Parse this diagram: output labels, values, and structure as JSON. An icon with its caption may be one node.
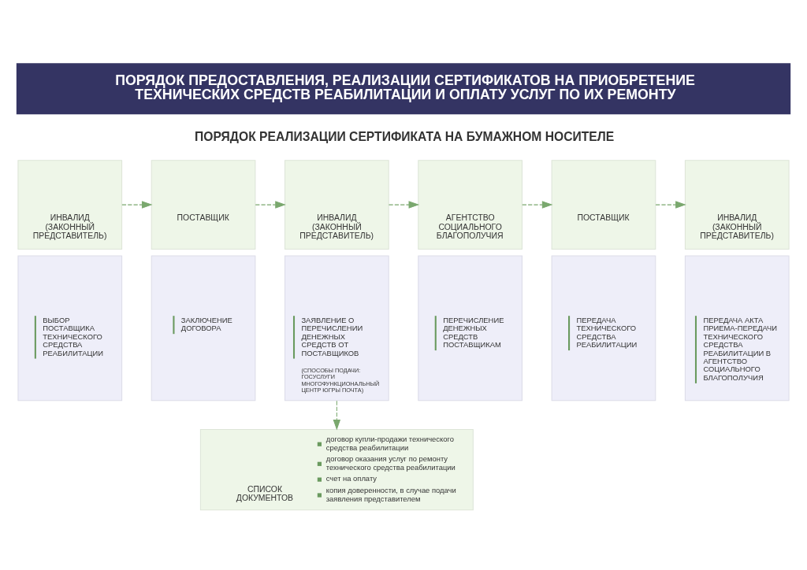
{
  "diagram": {
    "title": "ПОРЯДОК ПРЕДОСТАВЛЕНИЯ, РЕАЛИЗАЦИИ СЕРТИФИКАТОВ НА ПРИОБРЕТЕНИЕ ТЕХНИЧЕСКИХ СРЕДСТВ РЕАБИЛИТАЦИИ И ОПЛАТУ УСЛУГ ПО ИХ РЕМОНТУ",
    "nodes": [
      {
        "text": [
          "ИНВАЛИД (ЗАКОННЫЙ ПРЕДСТАВИТЕЛЬ)"
        ]
      },
      {
        "text": [
          "ПОСТАВЩИК"
        ]
      },
      {
        "text": [
          "ИНВАЛИД (ЗАКОННЫЙ ПРЕДСТАВИТЕЛЬ)"
        ]
      },
      {
        "text": [
          "АГЕНТСТВО СОЦИАЛЬНОГО БЛАГОПОЛУЧИЯ"
        ]
      },
      {
        "text": [
          "ПОСТАВЩИК"
        ]
      },
      {
        "text": [
          "ИНВАЛИД (ЗАКОННЫЙ ПРЕДСТАВИТЕЛЬ)"
        ]
      },
      {
        "text": [
          "ВЫБОР ПОСТАВЩИКА ТЕХНИЧЕСКОГО СРЕДСТВА РЕАБИЛИТАЦИИ"
        ]
      },
      {
        "text": [
          "ЗАКЛЮЧЕНИЕ ДОГОВОРА"
        ]
      },
      {
        "text": [
          "ЗАЯВЛЕНИЕ О ПЕРЕЧИСЛЕНИИ ДЕНЕЖНЫХ СРЕДСТВ ОТ ПОСТАВЩИКОВ",
          "(СПОСОБЫ ПОДАЧИ: ГОСУСЛУГИ МНОГОФУНКЦИОНАЛЬНЫЙ ЦЕНТР ЮГРЫ ПОЧТА)"
        ]
      },
      {
        "text": [
          "ПЕРЕЧИСЛЕНИЕ ДЕНЕЖНЫХ СРЕДСТВ ПОСТАВЩИКАМ"
        ]
      },
      {
        "text": [
          "ПЕРЕДАЧА ТЕХНИЧЕСКОГО СРЕДСТВА РЕАБИЛИТАЦИИ"
        ]
      },
      {
        "text": [
          "ПЕРЕДАЧА АКТА ПРИЕМА-ПЕРЕДАЧИ ТЕХНИЧЕСКОГО СРЕДСТВА РЕАБИЛИТАЦИИ В АГЕНТСТВО СОЦИАЛЬНОГО БЛАГОПОЛУЧИЯ"
        ]
      },
      {
        "text": [
          "СПИСОК ДОКУМЕНТОВ",
          "договор купли-продажи технического средства реабилитации",
          "договор оказания услуг по ремонту технического средства реабилитации",
          "счет на оплату",
          "копия доверенности, в случае подачи заявления представителем"
        ]
      }
    ],
    "edges": [
      {
        "from": 0,
        "to": 1,
        "arrow": "to",
        "style": "dashed"
      },
      {
        "from": 1,
        "to": 2,
        "arrow": "to",
        "style": "dashed"
      },
      {
        "from": 2,
        "to": 3,
        "arrow": "to",
        "style": "dashed"
      },
      {
        "from": 3,
        "to": 4,
        "arrow": "to",
        "style": "dashed"
      },
      {
        "from": 4,
        "to": 5,
        "arrow": "to",
        "style": "dashed"
      },
      {
        "from": 8,
        "to": 12,
        "arrow": "to",
        "style": "dashed"
      }
    ],
    "labels": [
      "ПОРЯДОК РЕАЛИЗАЦИИ СЕРТИФИКАТА НА БУМАЖНОМ НОСИТЕЛЕ"
    ]
  }
}
